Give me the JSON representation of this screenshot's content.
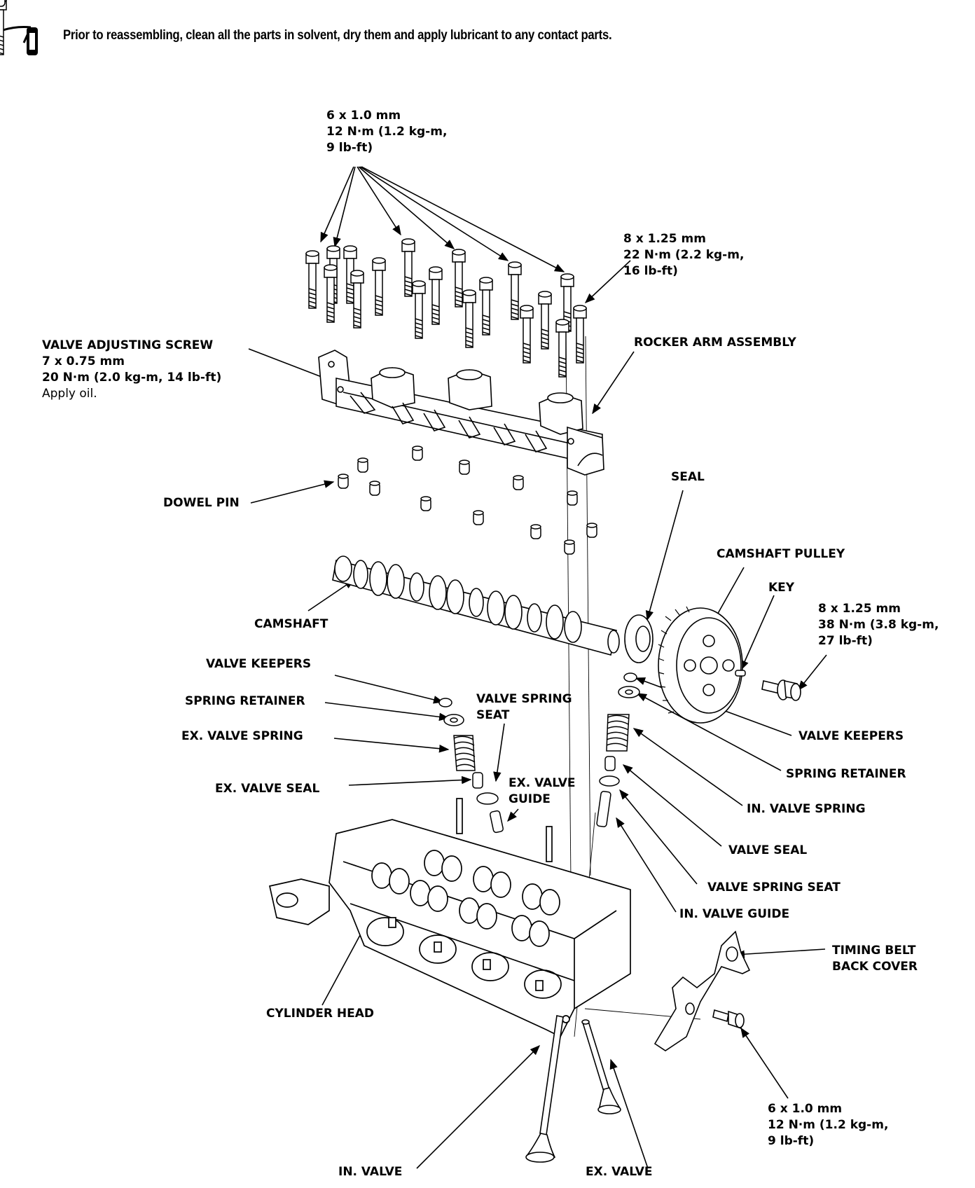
{
  "note": {
    "icon": "tip-icon",
    "text": "Prior to reassembling, clean all the parts in solvent, dry them and apply lubricant to any contact parts."
  },
  "labels": {
    "bolt_top": {
      "line1": "6 x 1.0 mm",
      "line2": "12 N·m (1.2 kg-m,",
      "line3": "9 lb-ft)"
    },
    "bolt_right": {
      "line1": "8 x 1.25 mm",
      "line2": "22 N·m (2.2 kg-m,",
      "line3": "16 lb-ft)"
    },
    "valve_adjusting_screw": {
      "line1": "VALVE ADJUSTING SCREW",
      "line2": "7 x 0.75 mm",
      "line3": "20 N·m (2.0 kg-m, 14 lb-ft)",
      "line4": "Apply oil."
    },
    "rocker_arm_assembly": "ROCKER ARM ASSEMBLY",
    "dowel_pin": "DOWEL PIN",
    "seal": "SEAL",
    "camshaft_pulley": "CAMSHAFT PULLEY",
    "key": "KEY",
    "pulley_bolt": {
      "line1": "8 x 1.25 mm",
      "line2": "38 N·m (3.8 kg-m,",
      "line3": "27 lb-ft)"
    },
    "camshaft": "CAMSHAFT",
    "valve_keepers_left": "VALVE KEEPERS",
    "spring_retainer_left": "SPRING RETAINER",
    "valve_spring_seat_left": {
      "line1": "VALVE SPRING",
      "line2": "SEAT"
    },
    "ex_valve_spring": "EX. VALVE SPRING",
    "ex_valve_seal": "EX. VALVE SEAL",
    "ex_valve_guide": {
      "line1": "EX. VALVE",
      "line2": "GUIDE"
    },
    "valve_keepers_right": "VALVE KEEPERS",
    "spring_retainer_right": "SPRING RETAINER",
    "in_valve_spring": "IN. VALVE SPRING",
    "valve_seal": "VALVE SEAL",
    "valve_spring_seat_right": "VALVE SPRING SEAT",
    "in_valve_guide": "IN. VALVE GUIDE",
    "timing_belt_back_cover": {
      "line1": "TIMING BELT",
      "line2": "BACK COVER"
    },
    "cylinder_head": "CYLINDER HEAD",
    "cover_bolt": {
      "line1": "6 x 1.0 mm",
      "line2": "12 N·m (1.2 kg-m,",
      "line3": "9 lb-ft)"
    },
    "in_valve": "IN. VALVE",
    "ex_valve": "EX. VALVE"
  }
}
